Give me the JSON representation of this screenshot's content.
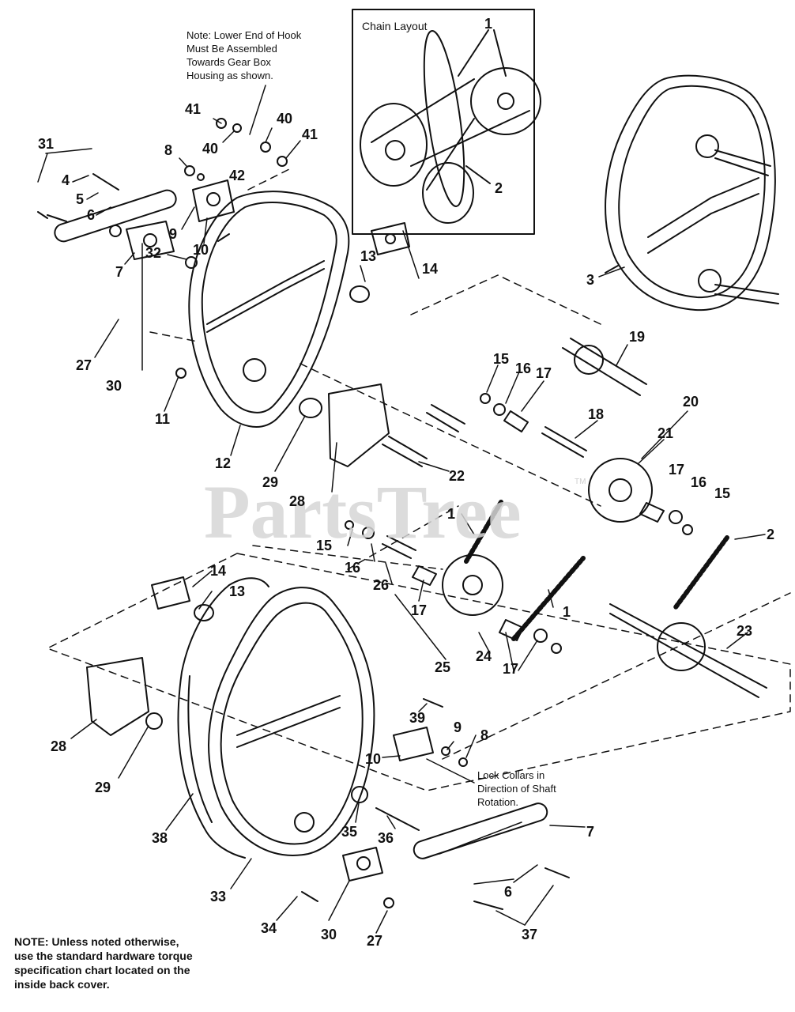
{
  "notes": {
    "hook_lines": [
      "Note: Lower End of Hook",
      "Must Be Assembled",
      "Towards Gear Box",
      "Housing as shown."
    ],
    "lock_lines": [
      "Lock Collars in",
      "Direction of Shaft",
      "Rotation."
    ],
    "bottom_lines": [
      "NOTE: Unless noted otherwise,",
      "use the standard hardware torque",
      "specification chart located on the",
      "inside back cover."
    ]
  },
  "inset": {
    "title": "Chain Layout"
  },
  "watermark": {
    "text": "PartsTree",
    "tm": "TM"
  },
  "callouts": [
    "1",
    "1",
    "1",
    "2",
    "2",
    "3",
    "4",
    "5",
    "6",
    "6",
    "7",
    "7",
    "8",
    "8",
    "9",
    "9",
    "10",
    "10",
    "11",
    "12",
    "13",
    "13",
    "14",
    "14",
    "15",
    "15",
    "15",
    "16",
    "16",
    "16",
    "17",
    "17",
    "17",
    "17",
    "18",
    "19",
    "20",
    "21",
    "22",
    "23",
    "24",
    "25",
    "26",
    "27",
    "27",
    "28",
    "28",
    "29",
    "29",
    "30",
    "30",
    "31",
    "32",
    "33",
    "34",
    "35",
    "36",
    "37",
    "38",
    "39",
    "40",
    "40",
    "41",
    "41",
    "42"
  ]
}
